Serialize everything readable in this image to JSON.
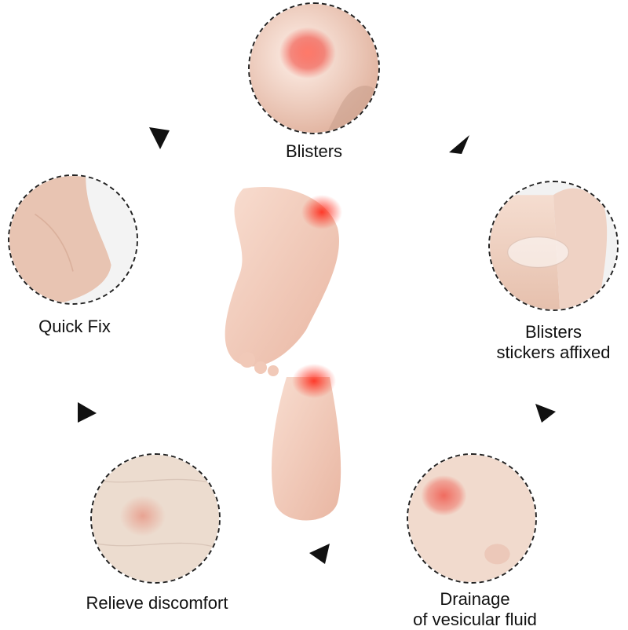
{
  "steps": [
    {
      "label": "Blisters"
    },
    {
      "label_line1": "Blisters",
      "label_line2": "stickers affixed"
    },
    {
      "label_line1": "Drainage",
      "label_line2": "of vesicular fluid"
    },
    {
      "label": "Relieve discomfort"
    },
    {
      "label": "Quick Fix"
    }
  ],
  "colors": {
    "skin": "#f3d2c1",
    "blister": "#f0483c",
    "outline": "#222222"
  },
  "icons": [
    "arrow-icon"
  ]
}
